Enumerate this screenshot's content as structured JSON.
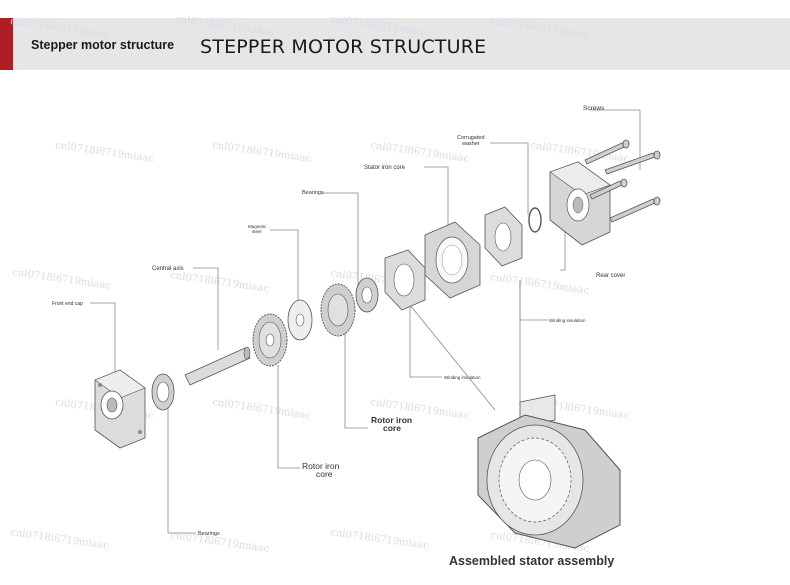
{
  "header": {
    "title_small": "Stepper motor structure",
    "title_large": "STEPPER MOTOR STRUCTURE"
  },
  "watermark": "cnl0718l6719miaac",
  "labels": {
    "screws": "Screws",
    "corrugated_washer_1": "Corrugated",
    "corrugated_washer_2": "washer",
    "stator_iron_core": "Stator iron core",
    "bearings_top": "Bearings",
    "magnetic_steel_1": "Magnetic",
    "magnetic_steel_2": "steel",
    "central_axis": "Central axis",
    "front_end_cap": "Front end cap",
    "rear_cover": "Rear cover",
    "winding_insulation_right": "Winding insulation",
    "winding_insulation_mid": "Winding insulation",
    "rotor_iron_core_right_1": "Rotor iron",
    "rotor_iron_core_right_2": "core",
    "rotor_iron_core_left_1": "Rotor iron",
    "rotor_iron_core_left_2": "core",
    "bearings_bottom": "Bearings",
    "assembled_stator": "Assembled stator assembly"
  },
  "colors": {
    "accent": "#b01d24",
    "header_bg": "#e6e6e6",
    "part_fill": "#dcdcdc",
    "part_stroke": "#555555",
    "leader_line": "#888888"
  }
}
